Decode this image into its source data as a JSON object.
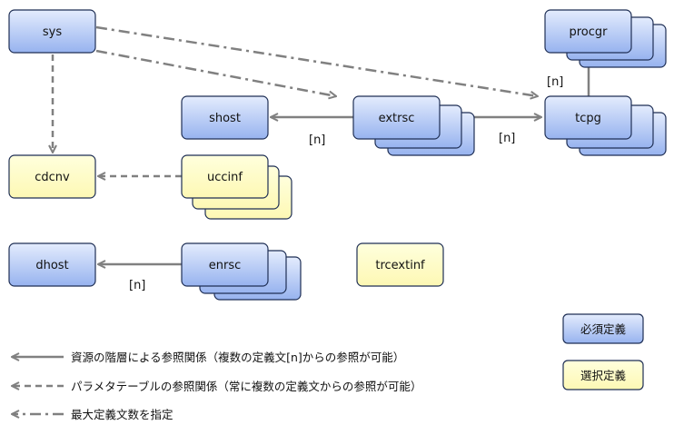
{
  "nodes": {
    "sys": "sys",
    "procgr": "procgr",
    "shost": "shost",
    "extrsc": "extrsc",
    "tcpg": "tcpg",
    "cdcnv": "cdcnv",
    "uccinf": "uccinf",
    "dhost": "dhost",
    "enrsc": "enrsc",
    "trcextinf": "trcextinf"
  },
  "multiplicity": {
    "tcpg_procgr": "[n]",
    "extrsc_shost": "[n]",
    "extrsc_tcpg": "[n]",
    "enrsc_dhost": "[n]"
  },
  "legend_boxes": {
    "required": "必須定義",
    "optional": "選択定義"
  },
  "legend_lines": {
    "hierarchy": "資源の階層による参照関係（複数の定義文[n]からの参照が可能）",
    "parameter_table": "パラメタテーブルの参照関係（常に複数の定義文からの参照が可能）",
    "max_count": "最大定義文数を指定"
  },
  "colors": {
    "required_fill_top": "#dce6fb",
    "required_fill_bottom": "#9bb6f0",
    "optional_fill": "#ffffc8",
    "box_border": "#1f2f55",
    "arrow": "#808080"
  }
}
